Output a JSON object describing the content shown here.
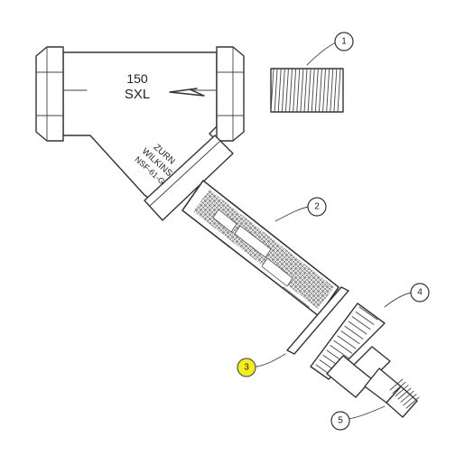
{
  "valve_markings": {
    "pressure_rating": "150",
    "model": "SXL",
    "brand_line1": "ZURN",
    "brand_line2": "WILKINS",
    "certification": "NSF-61-G"
  },
  "callouts": [
    {
      "number": "1",
      "part": "plug",
      "highlighted": false
    },
    {
      "number": "2",
      "part": "screen",
      "highlighted": false
    },
    {
      "number": "3",
      "part": "gasket",
      "highlighted": true
    },
    {
      "number": "4",
      "part": "cap",
      "highlighted": false
    },
    {
      "number": "5",
      "part": "drain plug",
      "highlighted": false
    }
  ],
  "colors": {
    "highlight": "#f2ee1c",
    "line": "#333333",
    "background": "#ffffff"
  }
}
